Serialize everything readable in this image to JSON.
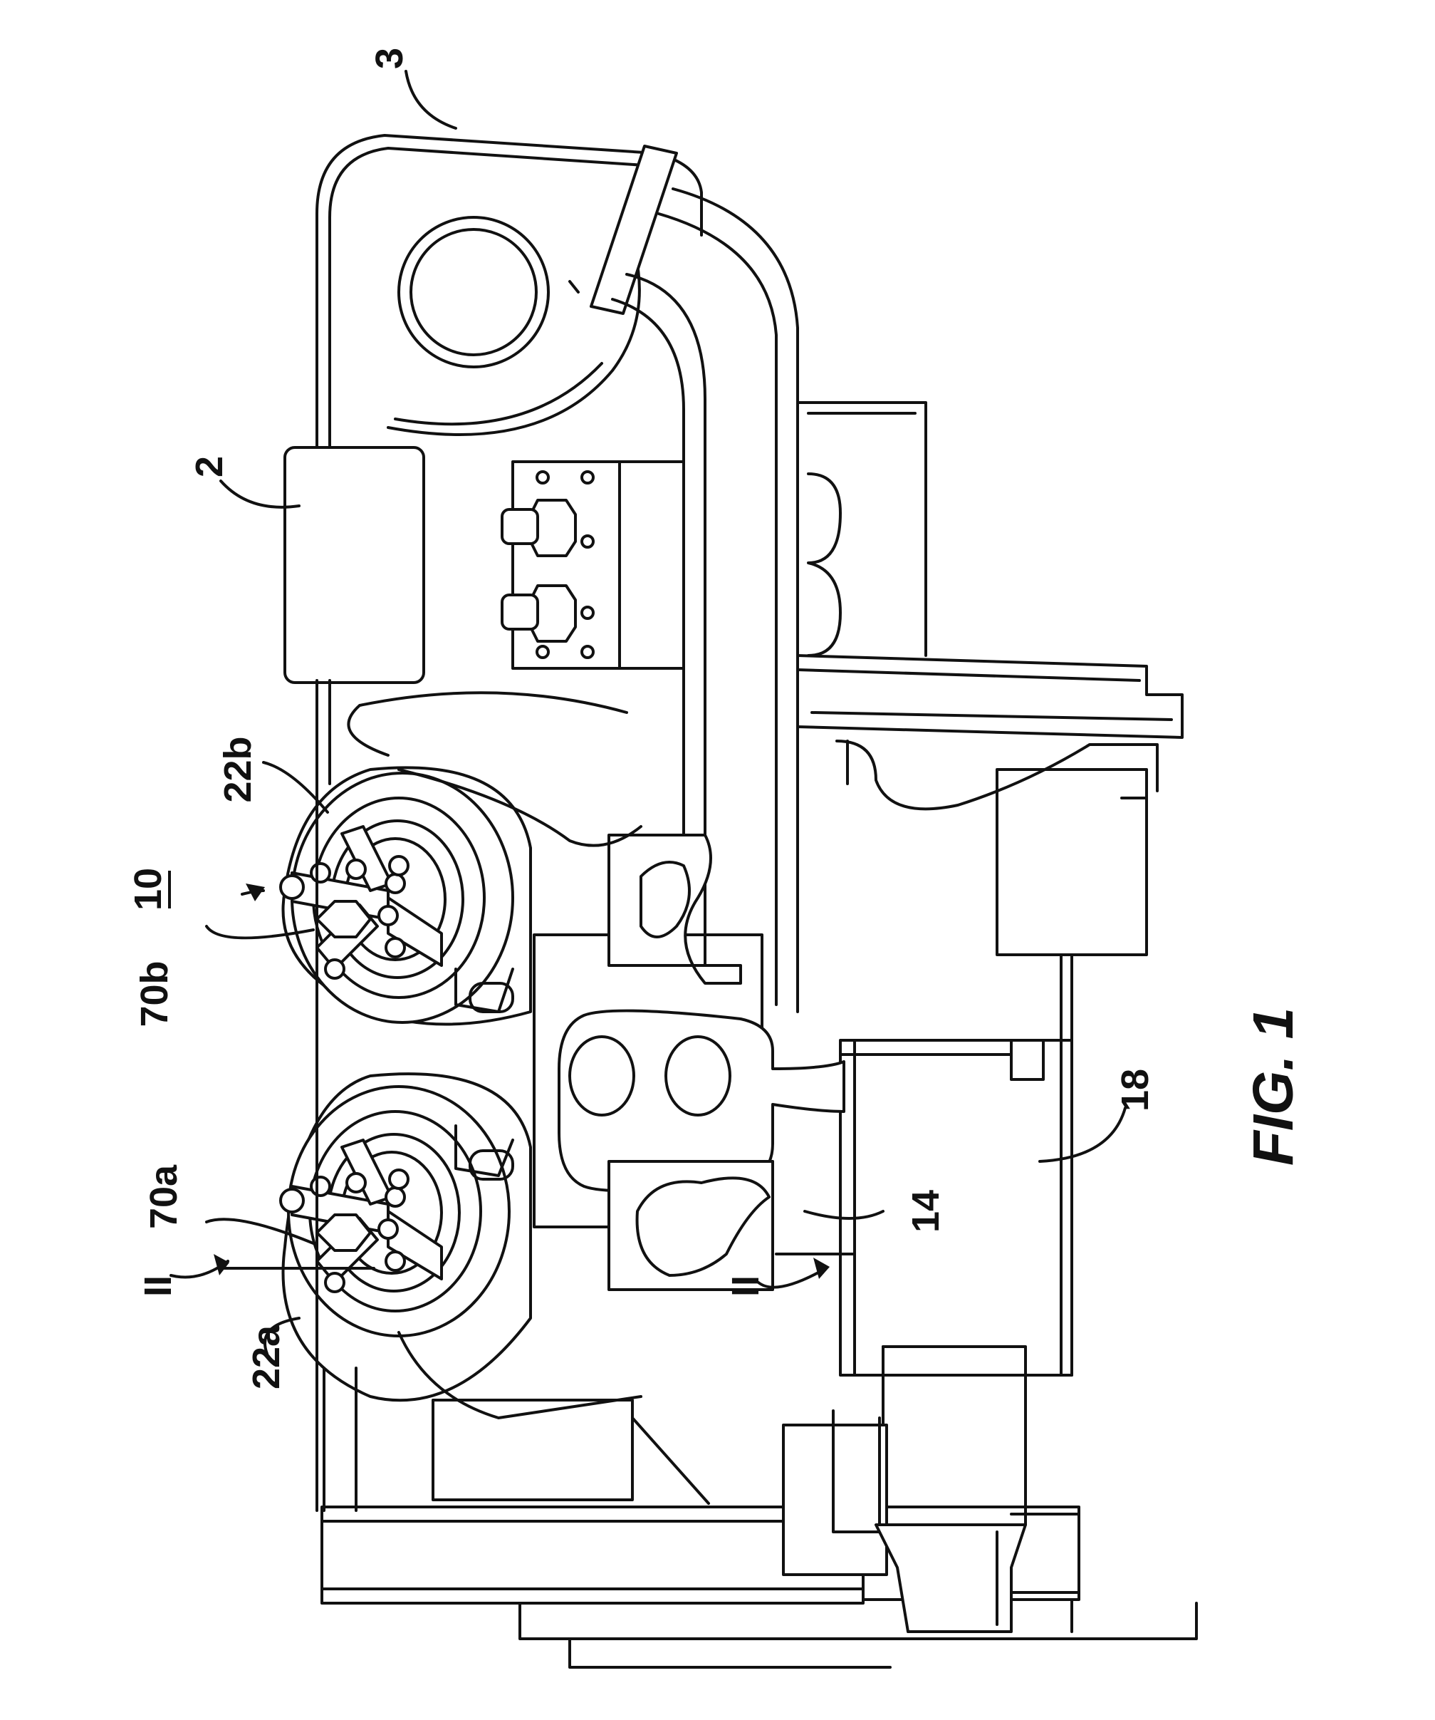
{
  "figure": {
    "caption": "FIG. 1"
  },
  "labels": {
    "l3": "3",
    "l2": "2",
    "l22b": "22b",
    "l10": "10",
    "l70b": "70b",
    "l70a": "70a",
    "lII_left": "II",
    "l22a": "22a",
    "l14": "14",
    "lII_right": "II",
    "l18": "18"
  }
}
